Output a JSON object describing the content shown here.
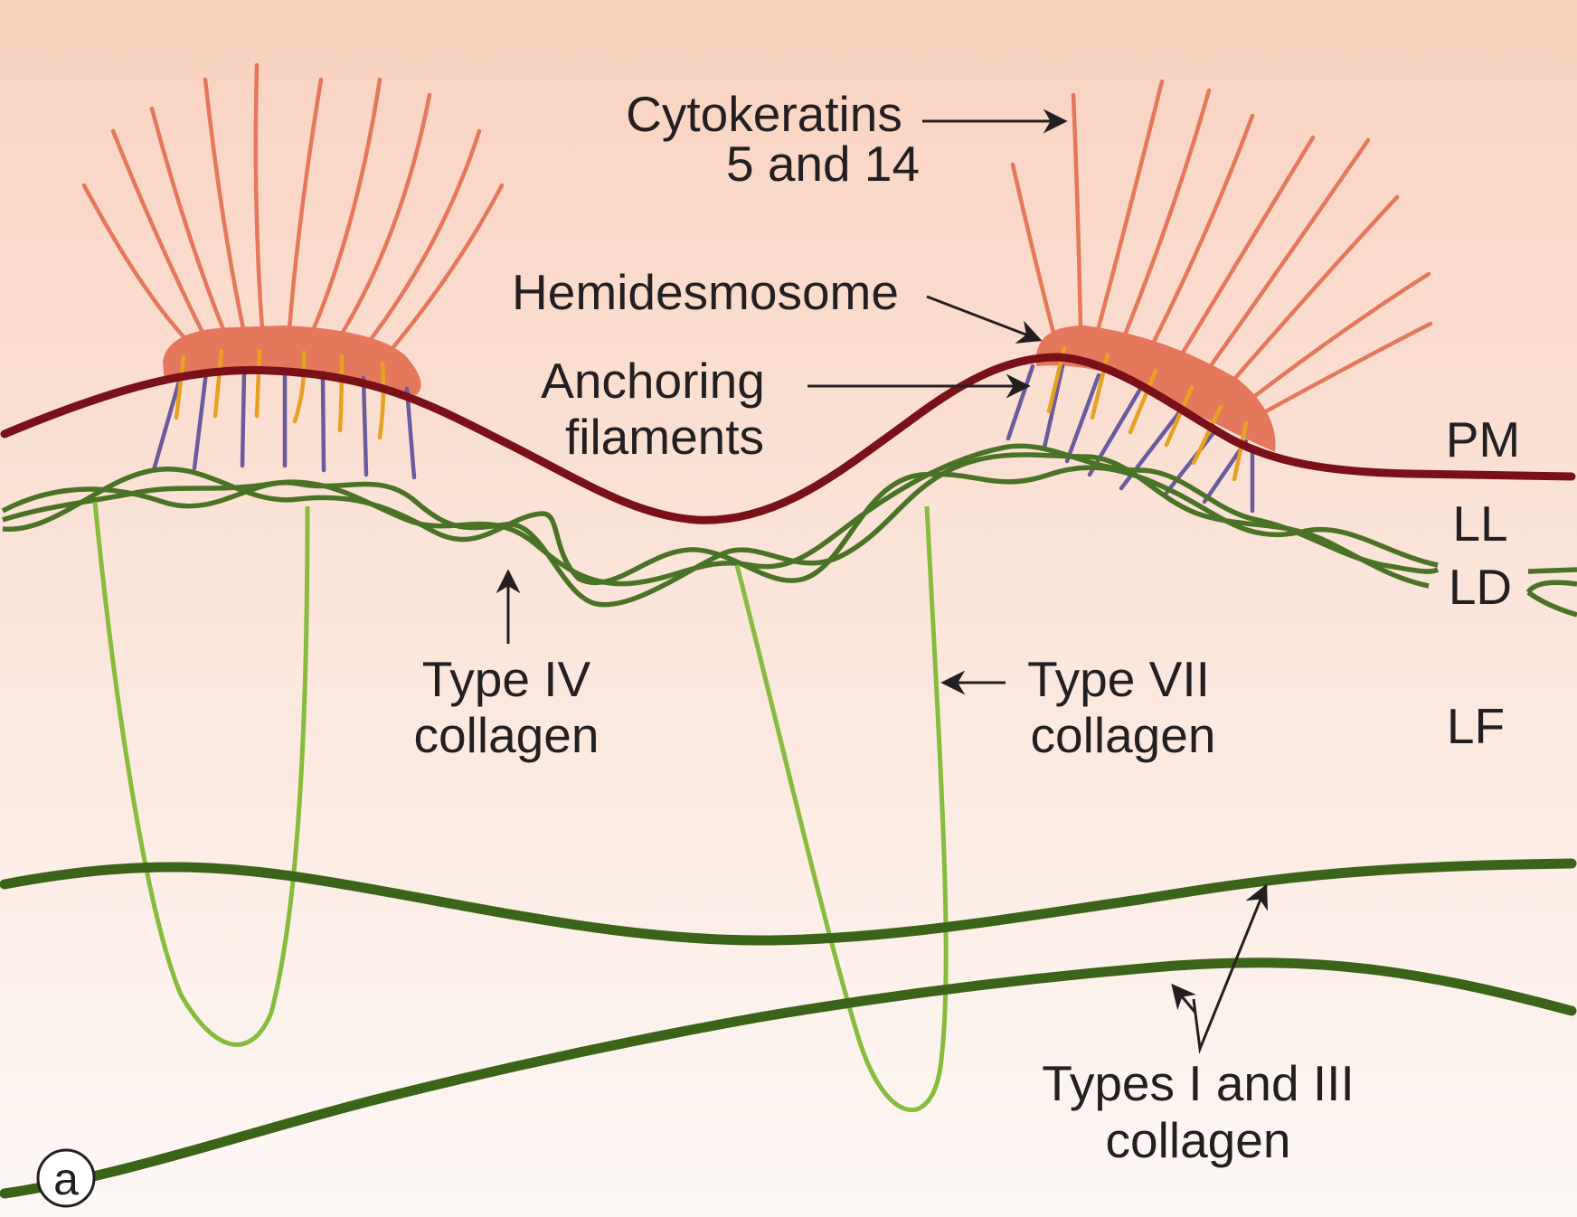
{
  "labels": {
    "cytokeratins_line1": "Cytokeratins",
    "cytokeratins_line2": "5 and 14",
    "hemidesmosome": "Hemidesmosome",
    "anchoring_line1": "Anchoring",
    "anchoring_line2": "filaments",
    "type4_line1": "Type IV",
    "type4_line2": "collagen",
    "type7_line1": "Type VII",
    "type7_line2": "collagen",
    "types13_line1": "Types I and III",
    "types13_line2": "collagen",
    "pm": "PM",
    "ll": "LL",
    "ld": "LD",
    "lf": "LF",
    "panel": "a"
  },
  "colors": {
    "background_top": "#f9d2bf",
    "background_bottom": "#fdf8f5",
    "hemidesmosome": "#e4775c",
    "cytokeratin": "#e4775c",
    "plasma_membrane": "#7a1018",
    "anchoring_filament": "#6a5a9e",
    "anchoring_filament_inner": "#e8a021",
    "type4_collagen": "#4a7326",
    "type7_collagen": "#86bb3d",
    "types1_3_collagen": "#3b6419"
  }
}
